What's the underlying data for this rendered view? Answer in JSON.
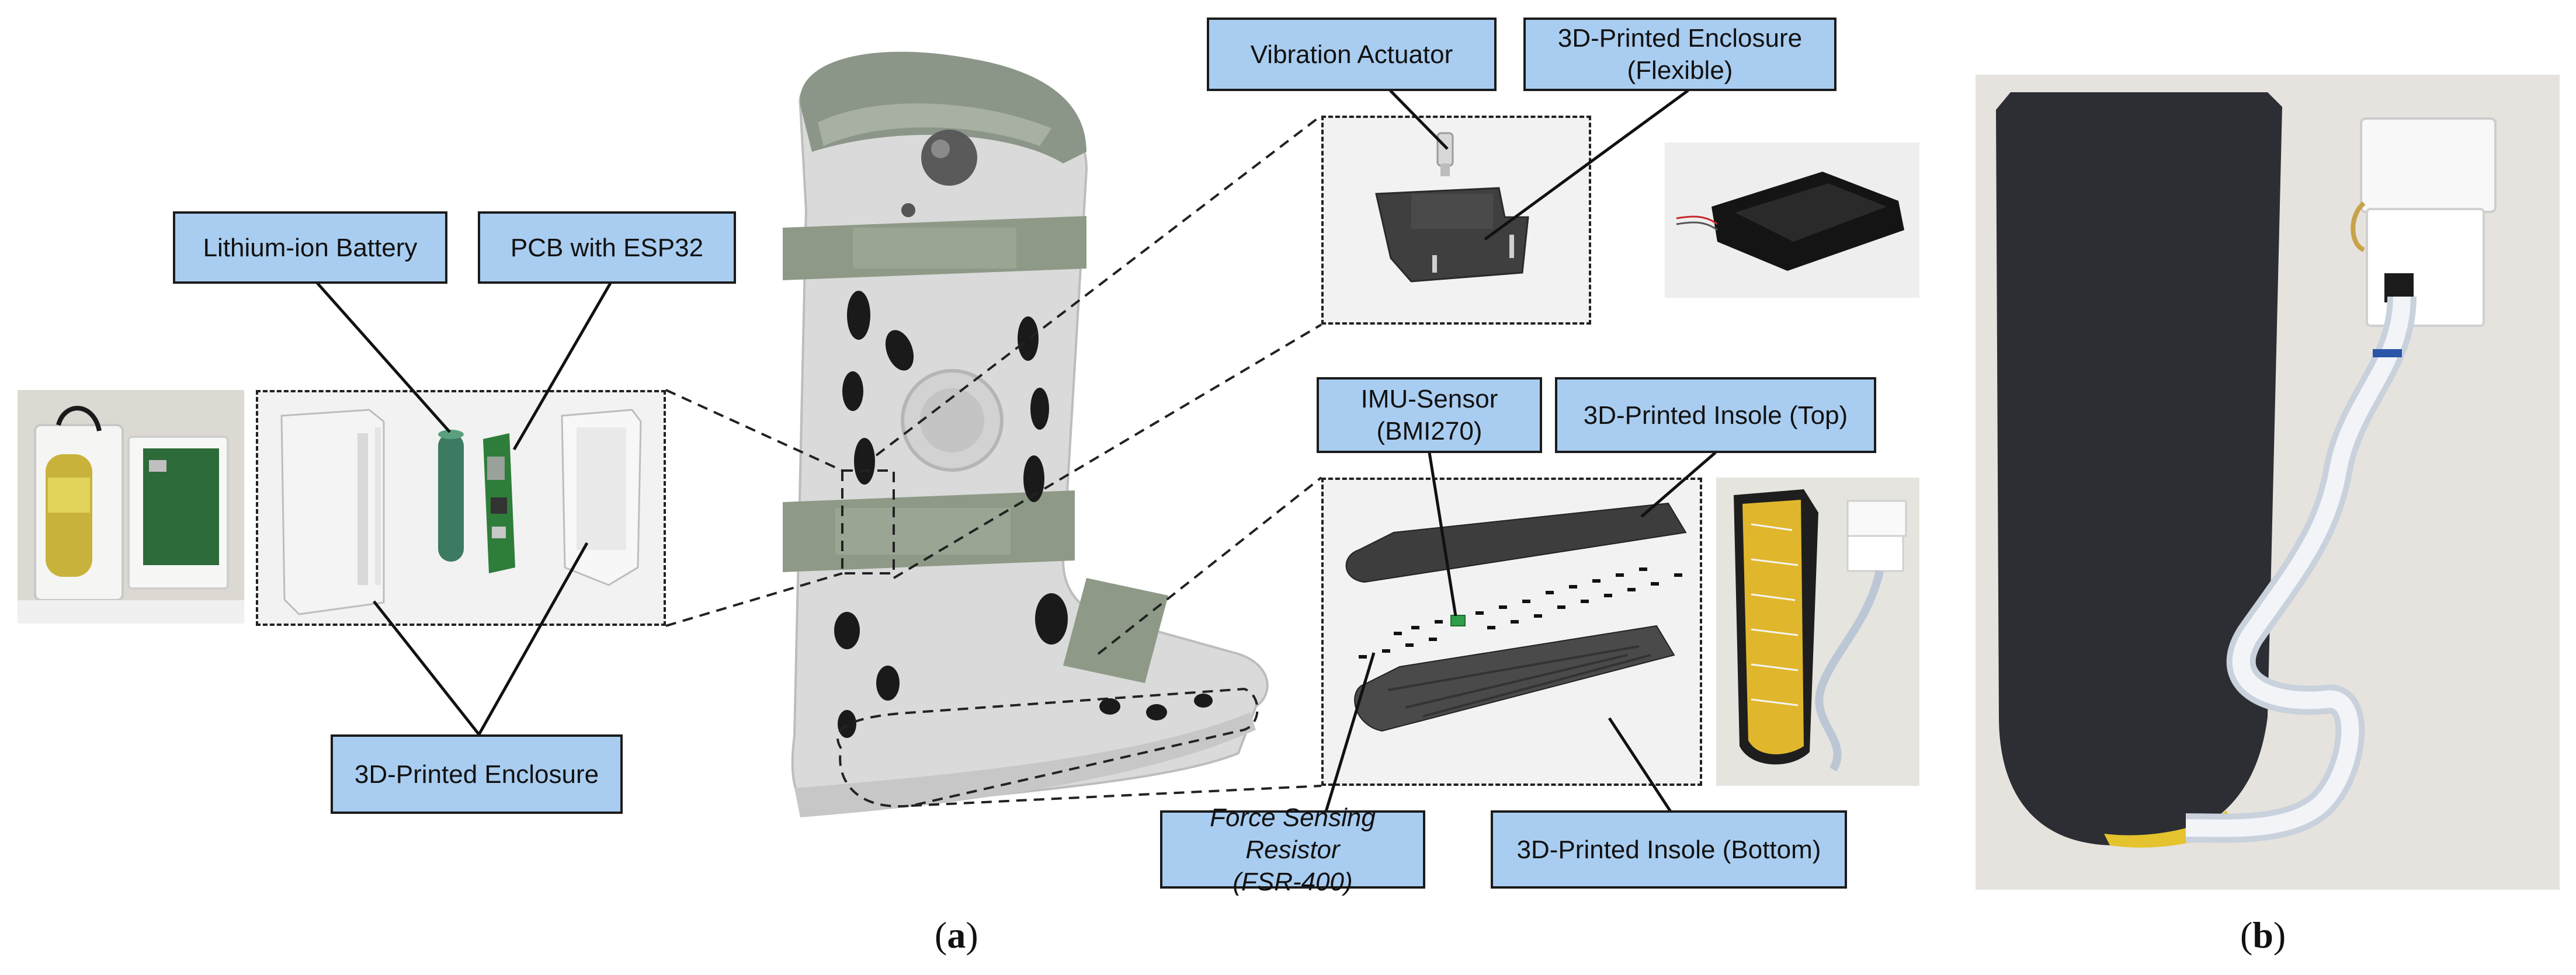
{
  "labels": {
    "vibration_actuator": "Vibration Actuator",
    "enclosure_flexible_line1": "3D-Printed Enclosure",
    "enclosure_flexible_line2": "(Flexible)",
    "lithium_battery": "Lithium-ion Battery",
    "pcb_esp32": "PCB with ESP32",
    "imu_line1": "IMU-Sensor",
    "imu_line2": "(BMI270)",
    "insole_top": "3D-Printed Insole (Top)",
    "enclosure": "3D-Printed Enclosure",
    "fsr_line1": "Force Sensing Resistor",
    "fsr_line2": "(FSR-400)",
    "insole_bottom": "3D-Printed Insole (Bottom)"
  },
  "panels": {
    "a": "a",
    "b": "b"
  },
  "colors": {
    "label_fill": "#a9cdf0",
    "label_border": "#1b1b1b",
    "boot_grey": "#d8d8d8",
    "strap_green": "#8f9a88",
    "insole_dark": "#3a3a3a"
  }
}
